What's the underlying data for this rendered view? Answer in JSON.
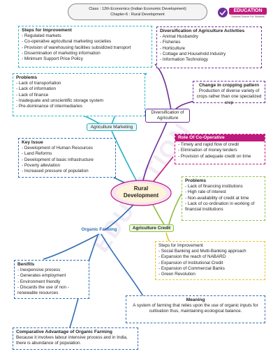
{
  "header": {
    "line1": "Class : 12th Economics (Indian Economic Development)",
    "line2": "Chapter-6 : Rural Development"
  },
  "logo": {
    "text": "EDUCATION",
    "tagline": "Success Source For Students"
  },
  "watermark": "EDUCATION",
  "center": {
    "title_line1": "Rural",
    "title_line2": "Development"
  },
  "nodes": {
    "agriculture_marketing": "Agriculture Marketing",
    "diversification": {
      "line1": "Diversification of",
      "line2": "Agriculture"
    },
    "organic_farming": "Organic Farming",
    "agriculture_credit": "Agriculture Credit"
  },
  "steps_improvement_marketing": {
    "title": "Steps for Improvement",
    "items": [
      "Regulated markets",
      "Co-operative agricultural marketing societies",
      "Provision of warehousing facilities subsidized transport",
      "Dissemination of marketing information",
      "Minimum Support Price Policy"
    ]
  },
  "problems_marketing": {
    "title": "Problems",
    "items": [
      "Lack of transportation",
      "Lack of information",
      "Lack of finance",
      "Inadequate and unscientific storage system",
      "Pre-dominance of intermediaries"
    ]
  },
  "diversification_activities": {
    "title": "Diversification of Agriculture Activities",
    "items": [
      "Animal Husbandry",
      "Fisheries",
      "Horticulture",
      "Cottage and Household Industry",
      "Information Technology"
    ]
  },
  "cropping_pattern": {
    "title": "Change in cropping pattern",
    "items": [
      "Production of diverse variety of crops rather than one specialized crop"
    ]
  },
  "key_issue": {
    "title": "Key Issue",
    "items": [
      "Development of Human Resources",
      "Land Reforms",
      "Development of basic infrastructure",
      "Poverty alleviation",
      "Increased pressure of population"
    ]
  },
  "cooperative": {
    "title": "Role Of Co-Operative",
    "items": [
      "Timely and rapid flow of credit",
      "Elimination of money lenders",
      "Provision of adequate credit on time"
    ]
  },
  "problems_credit": {
    "title": "Problems",
    "items": [
      "Lack of financing institutions",
      "High rate of interest",
      "Non-availability of credit at time",
      "Lack of co-ordination in working of financial institutions"
    ]
  },
  "steps_improvement_credit": {
    "title": "Steps for Improvement",
    "items": [
      "Social Banking and Multi-Banking approach",
      "Expansion the reach of NABARD",
      "Expansion of Institutional Credit",
      "Expansion of Commercial Banks",
      "Green Revolution"
    ]
  },
  "benefits": {
    "title": "Benifits",
    "items": [
      "Inexpensive process",
      "Generates employment",
      "Environment friendly",
      "Discards the use of non - renewable resources"
    ]
  },
  "meaning": {
    "title": "Meaning",
    "text": "A system of farming that relies upon the use of organic inputs for cultivation thus, maintaining ecological balance."
  },
  "comparative": {
    "title": "Comparative Advantage of Organic Farming",
    "text": "Because it involves labour intensive process and in India, there is abundance of population."
  }
}
